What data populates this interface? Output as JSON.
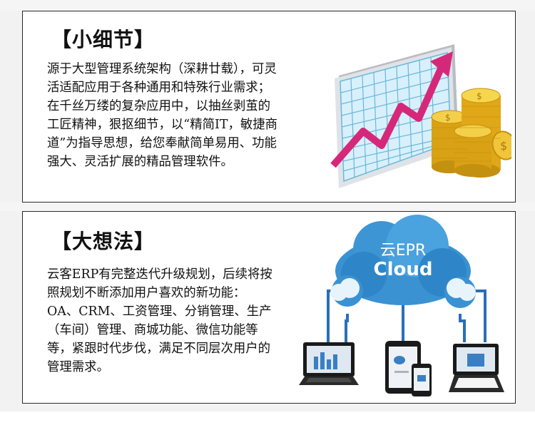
{
  "sections": [
    {
      "title": "【小细节】",
      "body": "源于大型管理系统架构（深耕廿载），可灵活适配应用于各种通用和特殊行业需求；在千丝万缕的复杂应用中，以抽丝剥茧的工匠精神，狠抠细节，以“精简IT，敏捷商道”为指导思想，给您奉献简单易用、功能强大、灵活扩展的精品管理软件。"
    },
    {
      "title": "【大想法】",
      "body": "云客ERP有完整迭代升级规划，后续将按照规划不断添加用户喜欢的新功能：OA、CRM、工资管理、分销管理、生产（车间）管理、商城功能、微信功能等等，紧跟时代步伐，满足不同层次用户的管理需求。",
      "cloud_line1": "云EPR",
      "cloud_line2": "Cloud"
    }
  ],
  "colors": {
    "panel_border": "#2a2a2a",
    "trend_arrow": "#d6287a",
    "coin_gold": "#e8b420",
    "cloud_blue": "#1e7fc4",
    "network_blue": "#2a6fb8"
  },
  "icons": [
    "growth-chart-icon",
    "gold-coins-icon",
    "cloud-icon",
    "laptop-icon",
    "tablet-icon",
    "phone-icon"
  ]
}
